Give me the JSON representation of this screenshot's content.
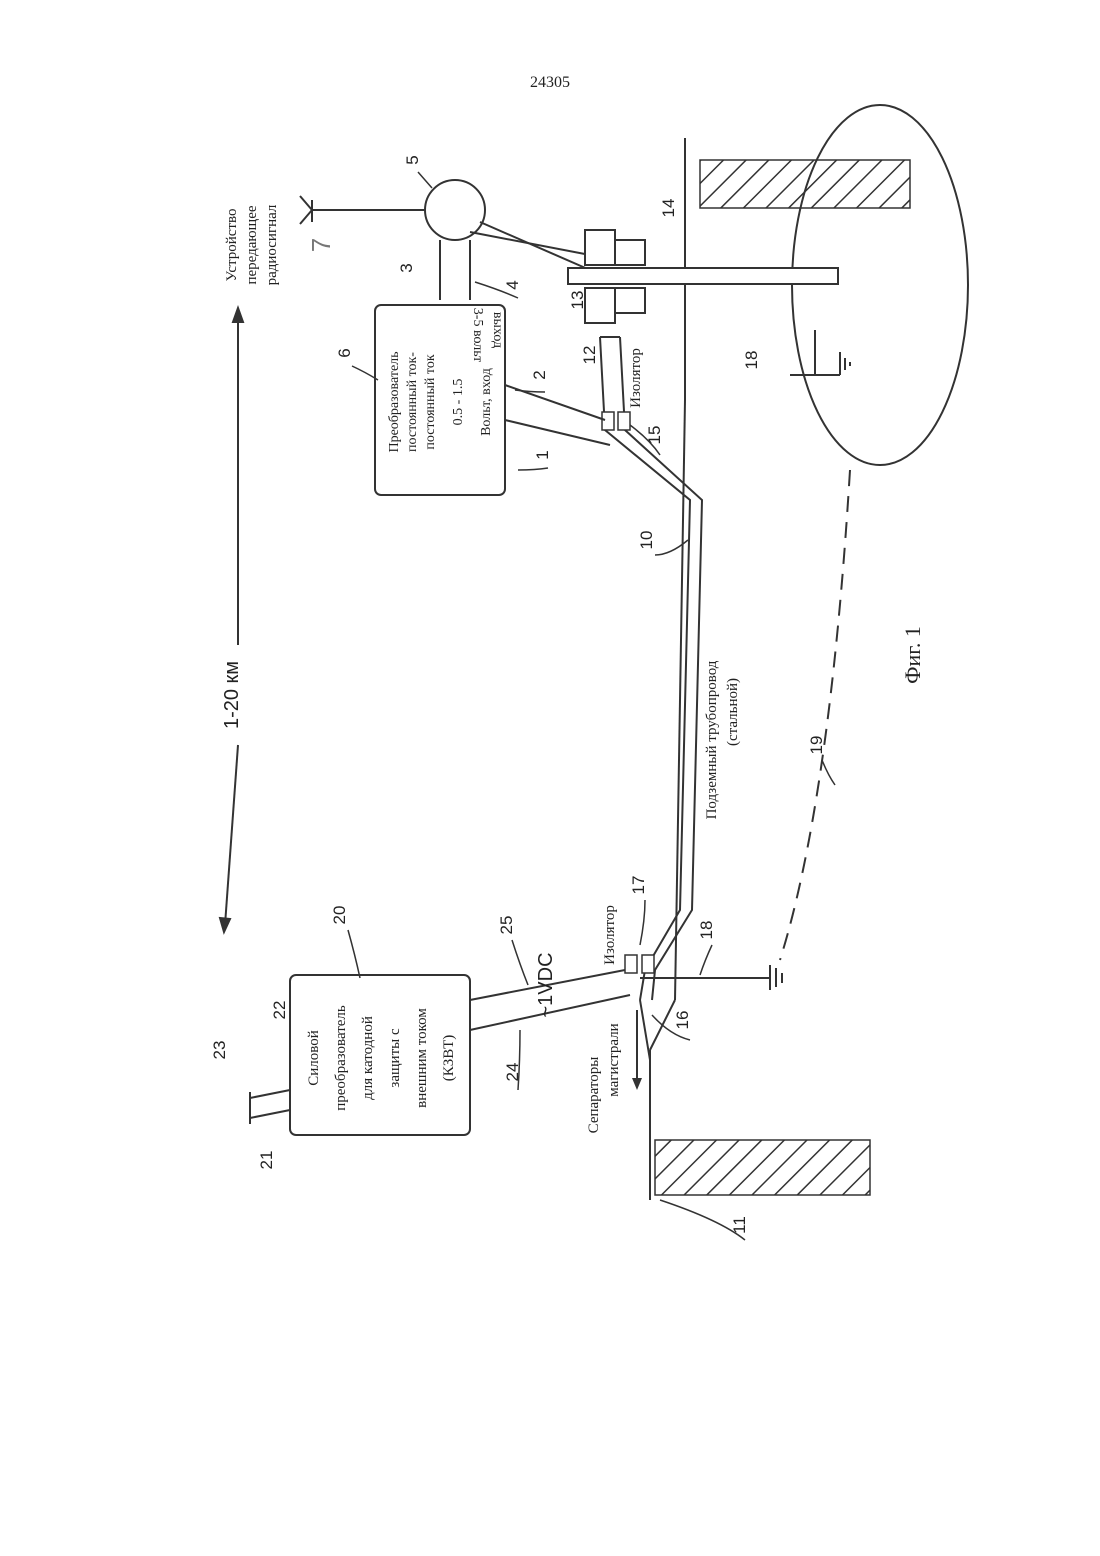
{
  "page": {
    "number": "24305"
  },
  "figure": {
    "caption": "Фиг. 1",
    "distance_label": "1-20 км",
    "pipeline_label_line1": "Подземный трубопровод",
    "pipeline_label_line2": "(стальной)",
    "insulator_right": "Изолятор",
    "insulator_left": "Изолятор",
    "separators_line1": "Сепараторы",
    "separators_line2": "магистрали",
    "vdc_label": "~1VDC",
    "handwritten_mark": "7",
    "radio_device": {
      "line1": "Устройство",
      "line2": "передающее",
      "line3": "радиосигнал"
    },
    "dc_converter": {
      "line1": "Преобразователь",
      "line2": "постоянный ток-",
      "line3": "постоянный ток",
      "line4": "0.5 - 1.5",
      "line5": "Вольт, вход",
      "line6": "3-5 вольт",
      "line7": "выход"
    },
    "power_converter": {
      "line1": "Силовой",
      "line2": "преобразователь",
      "line3": "для катодной",
      "line4": "защиты с",
      "line5": "внешним током",
      "line6": "(КЗВТ)"
    },
    "reference_numerals": {
      "n1": "1",
      "n2": "2",
      "n3": "3",
      "n4": "4",
      "n5": "5",
      "n6": "6",
      "n10": "10",
      "n11": "11",
      "n12": "12",
      "n13": "13",
      "n14": "14",
      "n15": "15",
      "n16": "16",
      "n17": "17",
      "n18a": "18",
      "n18b": "18",
      "n19": "19",
      "n20": "20",
      "n21": "21",
      "n22": "22",
      "n23": "23",
      "n24": "24",
      "n25": "25"
    }
  }
}
